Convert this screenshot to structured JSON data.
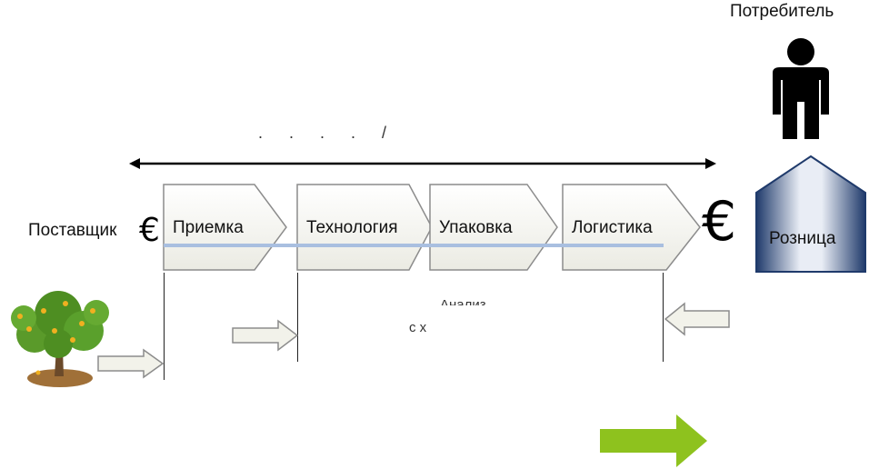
{
  "consumer_label": "Потребитель",
  "supplier_label": "Поставщик",
  "retail_label": "Розница",
  "currency_symbol": "€",
  "stages": [
    "Приемка",
    "Технология",
    "Упаковка",
    "Логистика"
  ],
  "partial_text": {
    "dots_line": ".   .   .   . /",
    "center_top": "Анализ",
    "center_bottom": "с        х"
  },
  "colors": {
    "arrow_fill": "#f2f2ea",
    "arrow_stroke": "#8c8c8c",
    "process_line": "#a9bfe0",
    "retail_dark": "#1f3a6b",
    "green_arrow": "#8ec21e"
  },
  "icons": [
    "person-icon",
    "tree-icon",
    "green-arrow-icon"
  ]
}
